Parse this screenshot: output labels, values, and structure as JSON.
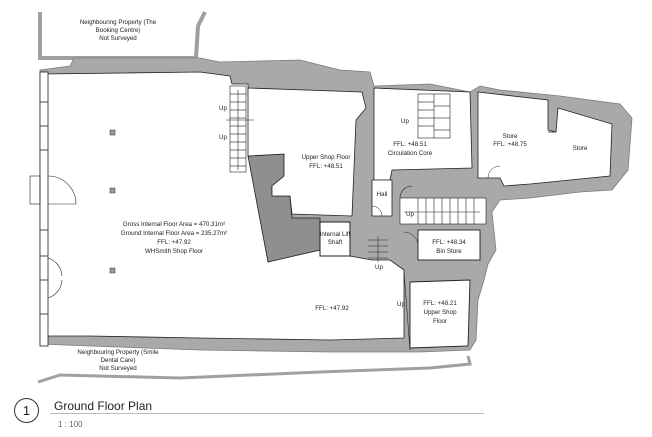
{
  "colors": {
    "wall": "#a9a9a9",
    "wall_dark": "#8f8f8f",
    "line": "#222222",
    "text": "#222222",
    "background": "#ffffff"
  },
  "neighbours": {
    "top": [
      "Neighbouring Property (The",
      "Booking Centre)",
      "Not Surveyed"
    ],
    "bottom": [
      "Neighbouring Property (Smile",
      "Dental Care)",
      "Not Surveyed"
    ]
  },
  "main_shop": {
    "lines": [
      "Gross Internal Floor Area = 470.31m²",
      "Ground Internal Floor Area = 235.27m²",
      "FFL: +47.92",
      "WHSmith Shop Floor"
    ]
  },
  "rooms": {
    "upper_shop_floor": [
      "Upper Shop Floor",
      "FFL: +48.51"
    ],
    "circulation_core": [
      "FFL: +48.51",
      "Circulation Core"
    ],
    "store_1": [
      "Store",
      "FFL: +48.75"
    ],
    "store_2": [
      "Store"
    ],
    "hall": [
      "Hall"
    ],
    "lift_shaft": [
      "Internal Lift",
      "Shaft"
    ],
    "bin_store": [
      "FFL: +48.34",
      "Bin Store"
    ],
    "rear_area": [
      "FFL: +47.92"
    ],
    "upper_shop_floor_rear": [
      "FFL: +48.21",
      "Upper Shop",
      "Floor"
    ]
  },
  "stair_labels": [
    "Up",
    "Up",
    "Up",
    "Up",
    "Up",
    "Up"
  ],
  "title": {
    "number": "1",
    "name": "Ground Floor Plan",
    "scale": "1 : 100"
  }
}
